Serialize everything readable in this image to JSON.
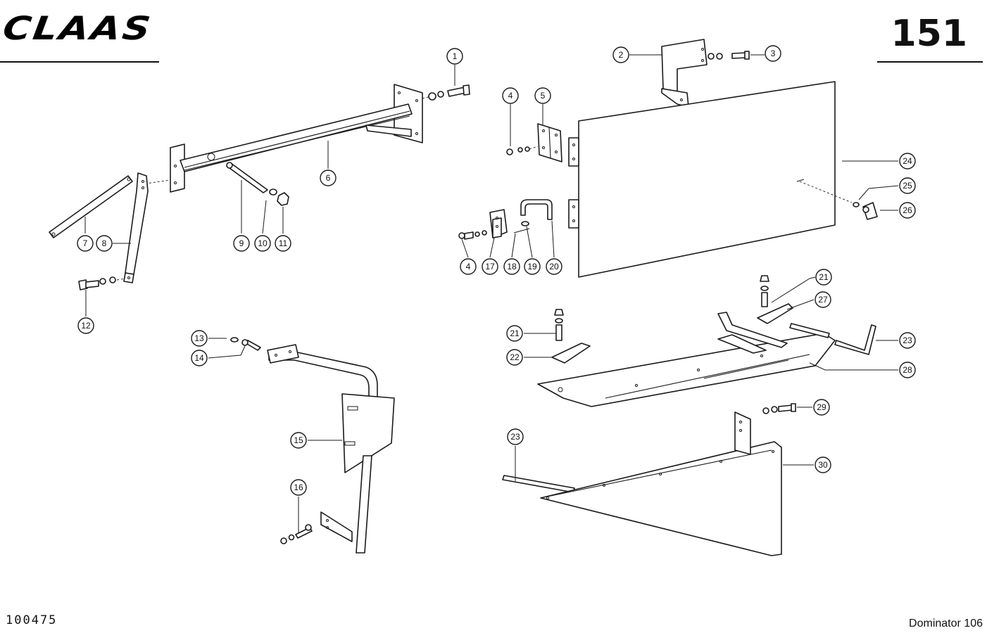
{
  "header": {
    "brand_logo": "CLAAS",
    "page_number": "151"
  },
  "footer": {
    "document_number": "100475",
    "model": "Dominator 106"
  },
  "callouts": [
    {
      "id": "1",
      "label": "1"
    },
    {
      "id": "2",
      "label": "2"
    },
    {
      "id": "3",
      "label": "3"
    },
    {
      "id": "4a",
      "label": "4"
    },
    {
      "id": "5",
      "label": "5"
    },
    {
      "id": "6",
      "label": "6"
    },
    {
      "id": "7",
      "label": "7"
    },
    {
      "id": "8",
      "label": "8"
    },
    {
      "id": "9",
      "label": "9"
    },
    {
      "id": "10",
      "label": "10"
    },
    {
      "id": "11",
      "label": "11"
    },
    {
      "id": "12",
      "label": "12"
    },
    {
      "id": "13",
      "label": "13"
    },
    {
      "id": "14",
      "label": "14"
    },
    {
      "id": "15",
      "label": "15"
    },
    {
      "id": "16",
      "label": "16"
    },
    {
      "id": "4b",
      "label": "4"
    },
    {
      "id": "17",
      "label": "17"
    },
    {
      "id": "18",
      "label": "18"
    },
    {
      "id": "19",
      "label": "19"
    },
    {
      "id": "20",
      "label": "20"
    },
    {
      "id": "21a",
      "label": "21"
    },
    {
      "id": "21b",
      "label": "21"
    },
    {
      "id": "22",
      "label": "22"
    },
    {
      "id": "23a",
      "label": "23"
    },
    {
      "id": "23b",
      "label": "23"
    },
    {
      "id": "24",
      "label": "24"
    },
    {
      "id": "25",
      "label": "25"
    },
    {
      "id": "26",
      "label": "26"
    },
    {
      "id": "27",
      "label": "27"
    },
    {
      "id": "28",
      "label": "28"
    },
    {
      "id": "29",
      "label": "29"
    },
    {
      "id": "30",
      "label": "30"
    }
  ]
}
